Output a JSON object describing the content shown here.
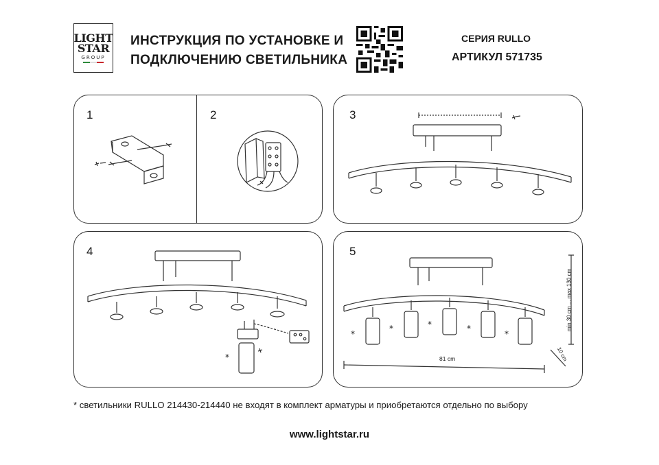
{
  "header": {
    "logo": {
      "line1": "LIGHT",
      "line2": "STAR",
      "line3": "GROUP"
    },
    "title_line1": "ИНСТРУКЦИЯ ПО УСТАНОВКЕ И",
    "title_line2": "ПОДКЛЮЧЕНИЮ СВЕТИЛЬНИКА",
    "series": "СЕРИЯ RULLO",
    "article": "АРТИКУЛ 571735"
  },
  "steps": {
    "s1": "1",
    "s2": "2",
    "s3": "3",
    "s4": "4",
    "s5": "5"
  },
  "dimensions": {
    "width": "81 cm",
    "height": "min 30 cm ... max 130 cm",
    "depth": "10 cm",
    "asterisk": "*"
  },
  "footnote": "* светильники RULLO 214430-214440 не входят в комплект арматуры и приобретаются отдельно по выбору",
  "website": "www.lightstar.ru",
  "colors": {
    "line": "#333333",
    "flag_green": "#2e8b3c",
    "flag_red": "#c8262c"
  }
}
